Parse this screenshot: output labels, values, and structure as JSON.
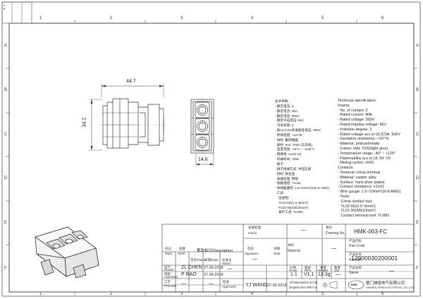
{
  "dimensions": {
    "width": "44.7",
    "height": "34.2",
    "depth": "14.6"
  },
  "spec_cn": [
    "技术参数：",
    "- 额定电压: 3",
    "- 额定电流: 40A",
    "- 额定电压: 500V",
    "- 额定冲击电压: 6kV",
    "- 污染等级: 3",
    "- 按UL/CSA标准额定电压: 600V",
    "- 绝缘电阻: >10¹⁰Ω",
    "- 材料: 聚碳酸酯",
    "- 颜色: RAL 7032 (灰白色)",
    "- 温度范围: -40°C ~ +125°C",
    "- 阻燃性: UL94 V0",
    "- 机械寿命: >500",
    "  端子:",
    "- 端子接线方式: 冲压压接",
    "- 材料: 铜合金",
    "- 表面处理: 镀银",
    "- 接触电阻: <1mΩ",
    "- 导线截面积: 1.5~10mm²(16~8 AWG)",
    "  工具:",
    "    压接钳:",
    "    TL02-0G(1.5~6mm²)",
    "    TL02-30(4/6/10mm²)",
    "    拔针工具: TL08G"
  ],
  "spec_en": [
    "Technical specification:",
    "Inserts:",
    "- No. of contact: 3",
    "- Rated current: 40A",
    "- Rated voltage: 500V",
    "- Rated impulse voltage: 6kV",
    "- Pollution degree: 3",
    "- Rated voltage acc.to UL/CSA: 600V",
    "- Insulation resistance: >10¹⁰Ω",
    "- Material: polycarbonate",
    "- Colour: RAL 7032(light grey)",
    "- Temperature range: -40° ~ +125°",
    "- Flammability acc.to UL 94: V0",
    "- Meting cycles: ≥500",
    "Contacts:",
    "- Terminal: crimp terminal",
    "- Material: copper alloy",
    "- Surface: hard-silver plated",
    "- Contact resistance: ≤1mΩ",
    "- Wire gauge: 1.5~10mm²(16-8 AWG)",
    "- Tools:",
    "   Crimp contact tool:",
    "   TL02-0G(1.5~6mm²)",
    "   TL02-30(4/6/10mm²)",
    "   Contact removal tool: TL08G"
  ],
  "zones": {
    "top": [
      "1",
      "2",
      "3",
      "4",
      "5",
      "6"
    ],
    "left": [
      "A",
      "B",
      "C",
      "D",
      "E",
      "F"
    ]
  },
  "corner_box": "F\nE",
  "title_block": {
    "finish_label": "表面处理",
    "finish_label_en": "Finish",
    "finish_value": "—",
    "drawing_no_label": "图号",
    "drawing_no_label_en": "Drawing No.",
    "drawing_no": "HMK-003-FC",
    "part_code_label": "产品代码",
    "part_code_label_en": "Part Code",
    "material_label": "材料",
    "material_label_en": "Material",
    "material_value": "—",
    "part_no_label": "产品料号",
    "part_no_label_en": "Part No.",
    "part_no": "12900030200001",
    "name_label": "产品名称",
    "name_label_en": "Name",
    "name_value": "—",
    "col_mark": "标记",
    "col_mark_en": "Mark",
    "col_work": "处数",
    "col_work_en": "Work",
    "col_name": "签名/Name",
    "col_date": "日期/Date",
    "col_desc": "更改标记/Description",
    "col_sign": "签名",
    "col_sign_en": "Signature",
    "col_date2": "日期",
    "col_date2_en": "Date",
    "drawn_label": "设计",
    "drawn_label_en": "Drawn",
    "drawn_name": "ZL CHEN",
    "drawn_date": "27.06.2018",
    "standard_label": "标准化",
    "standard_label_en": "Stand",
    "standard_val": "—",
    "checked_label": "审核",
    "checked_label_en": "Checked",
    "checked_name": "P RAO",
    "checked_date": "27.06.2018",
    "process_label": "工艺",
    "process_label_en": "Process",
    "approved_label": "批准",
    "approved_label_en": "Approved",
    "approved_name": "YJ WANG",
    "approved_date": "27.06.2018",
    "scale_label": "比例",
    "scale_label_en": "Scale",
    "scale": "1:1",
    "rev_label": "版本",
    "rev_label_en": "REV.",
    "rev": "V1.1",
    "weight_label": "重量",
    "weight_label_en": "Weight",
    "weight": "13.3g",
    "qty_label": "数量",
    "qty_label_en": "Qty",
    "qty": "—",
    "units_note_1": "All Dimensions in mm",
    "units_note_2": "Original Size DIN A 4",
    "company_cn": "厦门雄恩电气有限公司",
    "company_en": "XIAMEN XIHN ELECTRICAL CO.,LTD",
    "logo": "XIHN",
    "dash": "—"
  }
}
